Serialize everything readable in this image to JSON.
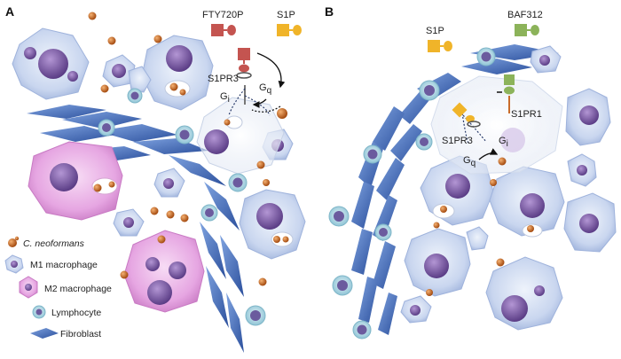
{
  "panels": {
    "a": {
      "label": "A",
      "drug_label": "FTY720P",
      "ligand_label": "S1P",
      "receptor_label": "S1PR3",
      "gi_label": "G",
      "gi_sub": "i",
      "gq_label": "G",
      "gq_sub": "q"
    },
    "b": {
      "label": "B",
      "ligand_label": "S1P",
      "drug_label": "BAF312",
      "receptor1_label": "S1PR1",
      "receptor3_label": "S1PR3",
      "gi_label": "G",
      "gi_sub": "i",
      "gq_label": "G",
      "gq_sub": "q"
    }
  },
  "legend": {
    "items": [
      {
        "label": "C. neoformans",
        "icon": "cryptococcus-icon"
      },
      {
        "label": "M1 macrophage",
        "icon": "m1-macrophage-icon"
      },
      {
        "label": "M2 macrophage",
        "icon": "m2-macrophage-icon"
      },
      {
        "label": "Lymphocyte",
        "icon": "lymphocyte-icon"
      },
      {
        "label": "Fibroblast",
        "icon": "fibroblast-icon"
      }
    ]
  },
  "colors": {
    "m1_body": "#c9d6ef",
    "m1_nucleus": "#7d5aa6",
    "m2_body": "#e6a6e2",
    "m2_nucleus": "#8a5aa8",
    "lymphocyte_body": "#b7dbe6",
    "lymphocyte_nucleus": "#6b5b9e",
    "fibroblast": "#3e63b1",
    "cryptococcus": "#c9661f",
    "fty720p": "#c45450",
    "s1p": "#f0b429",
    "baf312": "#8cb35a"
  }
}
